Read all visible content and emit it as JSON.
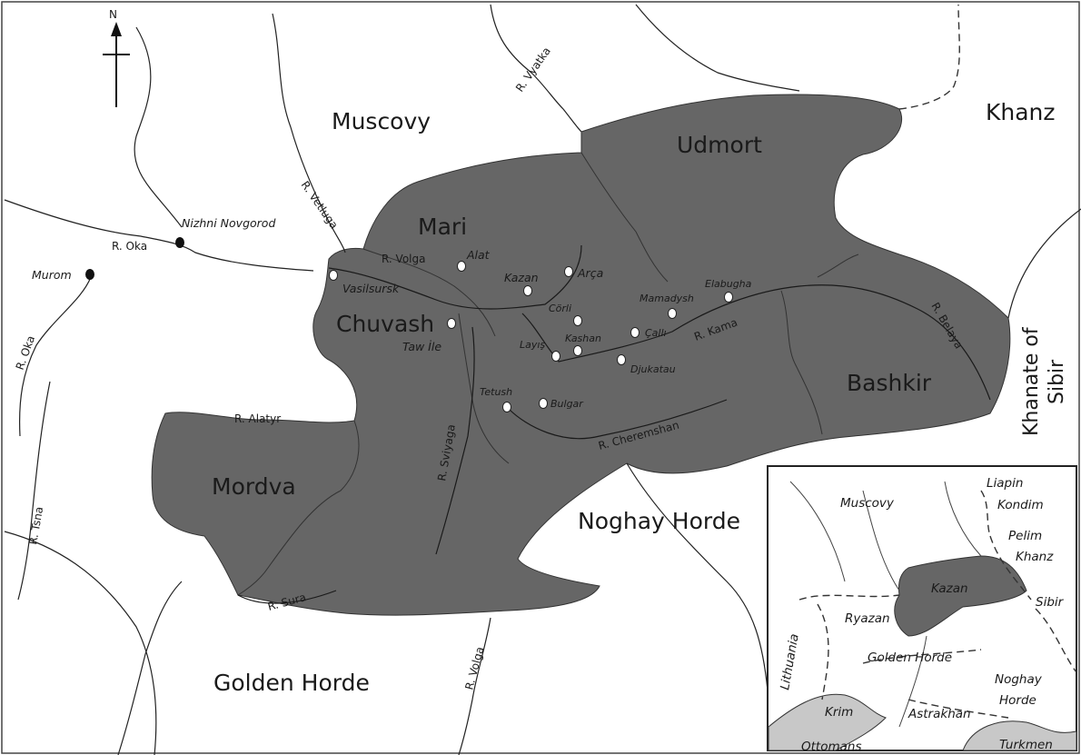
{
  "colors": {
    "khanate": "#666666",
    "land": "#ffffff",
    "ink": "#1a1a1a",
    "inset_grey": "#c8c8c8"
  },
  "compass": {
    "north": "N",
    "icon": "north-arrow-icon"
  },
  "regions": {
    "muscovy": "Muscovy",
    "udmort": "Udmort",
    "khanz": "Khanz",
    "mari": "Mari",
    "chuvash": "Chuvash",
    "bashkir": "Bashkir",
    "mordva": "Mordva",
    "noghay_horde": "Noghay Horde",
    "golden_horde": "Golden Horde",
    "khanate_of": "Khanate of",
    "sibir": "Sibir"
  },
  "rivers": {
    "vyatka": "R. Vyatka",
    "vetluga": "R. Vetluga",
    "oka_north": "R. Oka",
    "oka_west": "R. Oka",
    "volga_north": "R. Volga",
    "kama": "R. Kama",
    "belaya": "R. Belaya",
    "alatyr": "R. Alatyr",
    "sviyaga": "R. Sviyaga",
    "cheremshan": "R. Cheremshan",
    "tsna": "R. Tsna",
    "sura": "R. Sura",
    "volga_south": "R. Volga"
  },
  "cities": {
    "nizhni_novgorod": "Nizhni Novgorod",
    "murom": "Murom",
    "vasilsursk": "Vasilsursk",
    "alat": "Alat",
    "kazan": "Kazan",
    "arca": "Arça",
    "corli": "Cörli",
    "mamadysh": "Mamadysh",
    "elabugha": "Elabugha",
    "taw_ile": "Taw İle",
    "kashan": "Kashan",
    "layis": "Layış",
    "calli": "Çallı",
    "djukatau": "Djukatau",
    "tetush": "Tetush",
    "bulgar": "Bulgar"
  },
  "inset": {
    "muscovy": "Muscovy",
    "liapin": "Liapin",
    "kondim": "Kondim",
    "pelim": "Pelim",
    "khanz": "Khanz",
    "kazan": "Kazan",
    "sibir": "Sibir",
    "ryazan": "Ryazan",
    "lithuania": "Lithuania",
    "golden_horde": "Golden Horde",
    "noghay": "Noghay",
    "horde": "Horde",
    "krim": "Krim",
    "astrakhan": "Astrakhan",
    "ottomans": "Ottomans",
    "turkmen": "Turkmen"
  }
}
